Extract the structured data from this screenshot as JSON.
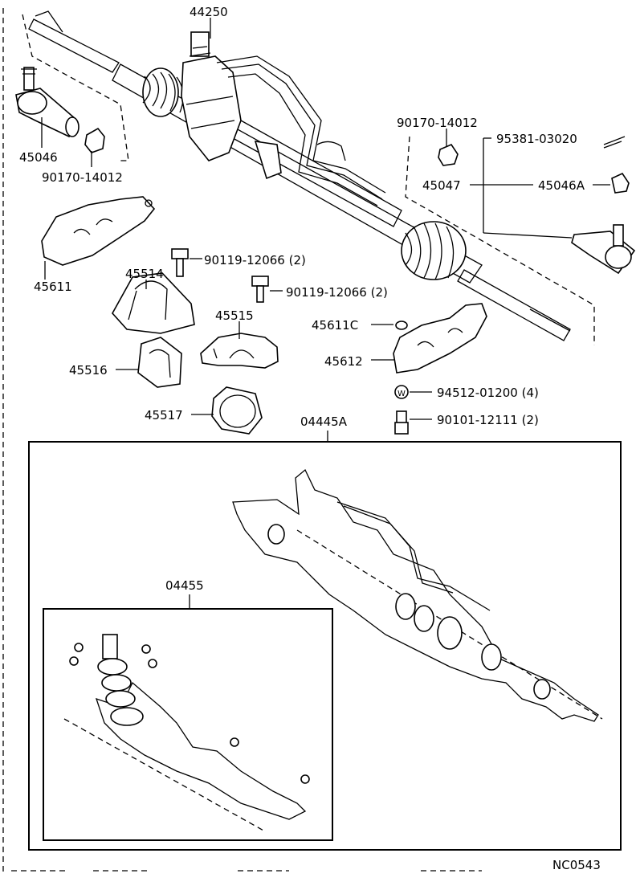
{
  "diagram": {
    "drawing_code": "NC0543",
    "callouts": {
      "c44250": "44250",
      "c45046": "45046",
      "c90170a": "90170-14012",
      "c90170b": "90170-14012",
      "c95381": "95381-03020",
      "c45047": "45047",
      "c45046A": "45046A",
      "c45611": "45611",
      "c45514": "45514",
      "c90119a": "90119-12066 (2)",
      "c90119b": "90119-12066 (2)",
      "c45515": "45515",
      "c45611C": "45611C",
      "c45612": "45612",
      "c45516": "45516",
      "c94512": "94512-01200 (4)",
      "c45517": "45517",
      "c90101": "90101-12111 (2)",
      "c04445A": "04445A",
      "c04455": "04455",
      "washer_mark": "W"
    }
  }
}
